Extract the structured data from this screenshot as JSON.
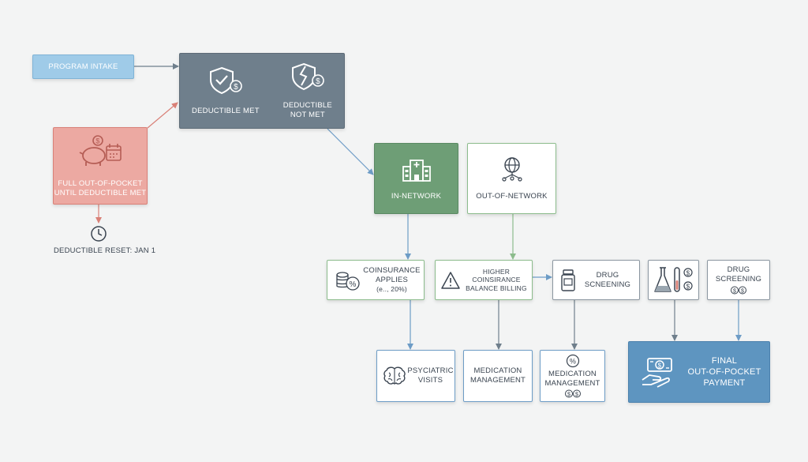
{
  "colors": {
    "background": "#f3f4f4",
    "intake_fill": "#9fcbe8",
    "deductible_fill": "#6f7f8c",
    "red_fill": "#eca9a2",
    "green_fill": "#6e9e76",
    "final_fill": "#5e95c0",
    "arrow_gray": "#6f7f8c",
    "arrow_red": "#d98077",
    "arrow_green": "#8cbc8c",
    "arrow_blue": "#6d9cc6"
  },
  "nodes": {
    "intake": "PROGRAM INTAKE",
    "deductible_met": "DEDUCTIBLE MET",
    "deductible_not_met": [
      "DEDUCTIBLE",
      "NOT MET"
    ],
    "full_oop": [
      "FULL OUT-OF-POCKET",
      "UNTIL DEDUCTIBLE MET"
    ],
    "reset": "DEDUCTIBLE RESET: JAN 1",
    "in_network": "IN-NETWORK",
    "out_of_network": "OUT-OF-NETWORK",
    "coinsurance": [
      "COINSURANCE",
      "APPLIES",
      "(e.., 20%)"
    ],
    "higher_coinsurance": [
      "HIGHER COINSIRANCE",
      "BALANCE BILLING"
    ],
    "drug_scneening": [
      "DRUG",
      "SCNEENING"
    ],
    "drug_screening": [
      "DRUG",
      "SCREENING"
    ],
    "psychiatric": [
      "PSYCIATRIC",
      "VISITS"
    ],
    "med_mgmt_1": [
      "MEDICATION",
      "MANAGEMENT"
    ],
    "med_mgmt_2": [
      "MEDICATION",
      "MANAGEMENT"
    ],
    "final": [
      "FINAL",
      "OUT-OF-POCKET",
      "PAYMENT"
    ]
  },
  "icons": {
    "deductible_met": "shield-check-dollar-icon",
    "deductible_not_met": "broken-shield-dollar-icon",
    "full_oop": "piggy-bank-calendar-icon",
    "reset": "clock-icon",
    "in_network": "hospital-icon",
    "out_of_network": "network-globe-icon",
    "coinsurance": "coins-percent-icon",
    "higher_coinsurance": "warning-icon",
    "drug_scneening": "pill-bottle-icon",
    "lab": "flask-test-tube-icon",
    "psychiatric": "brain-icon",
    "med_mgmt_2": "percent-icon",
    "final": "hand-cash-icon"
  }
}
